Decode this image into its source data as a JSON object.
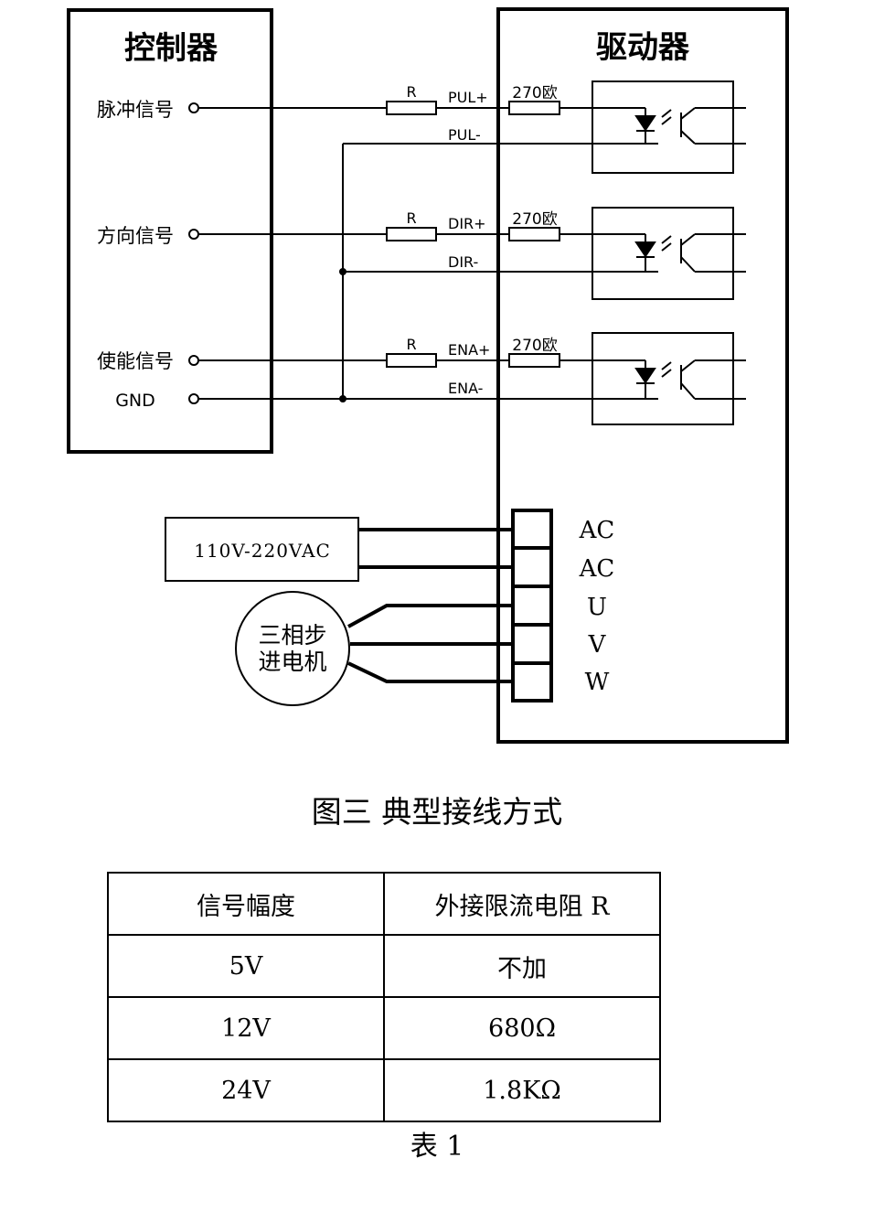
{
  "controller": {
    "title": "控制器",
    "pulse_signal": "脉冲信号",
    "direction_signal": "方向信号",
    "enable_signal": "使能信号",
    "gnd": "GND"
  },
  "driver": {
    "title": "驱动器",
    "pul_plus": "PUL+",
    "pul_minus": "PUL-",
    "dir_plus": "DIR+",
    "dir_minus": "DIR-",
    "ena_plus": "ENA+",
    "ena_minus": "ENA-",
    "internal_resistor": "270欧",
    "terminals": [
      "AC",
      "AC",
      "U",
      "V",
      "W"
    ]
  },
  "external_resistor": "R",
  "power_supply": "110V-220VAC",
  "motor": {
    "line1": "三相步",
    "line2": "进电机"
  },
  "figure_caption": "图三  典型接线方式",
  "table": {
    "headers": [
      "信号幅度",
      "外接限流电阻 R"
    ],
    "rows": [
      [
        "5V",
        "不加"
      ],
      [
        "12V",
        "680Ω"
      ],
      [
        "24V",
        "1.8KΩ"
      ]
    ],
    "label": "表 1"
  }
}
